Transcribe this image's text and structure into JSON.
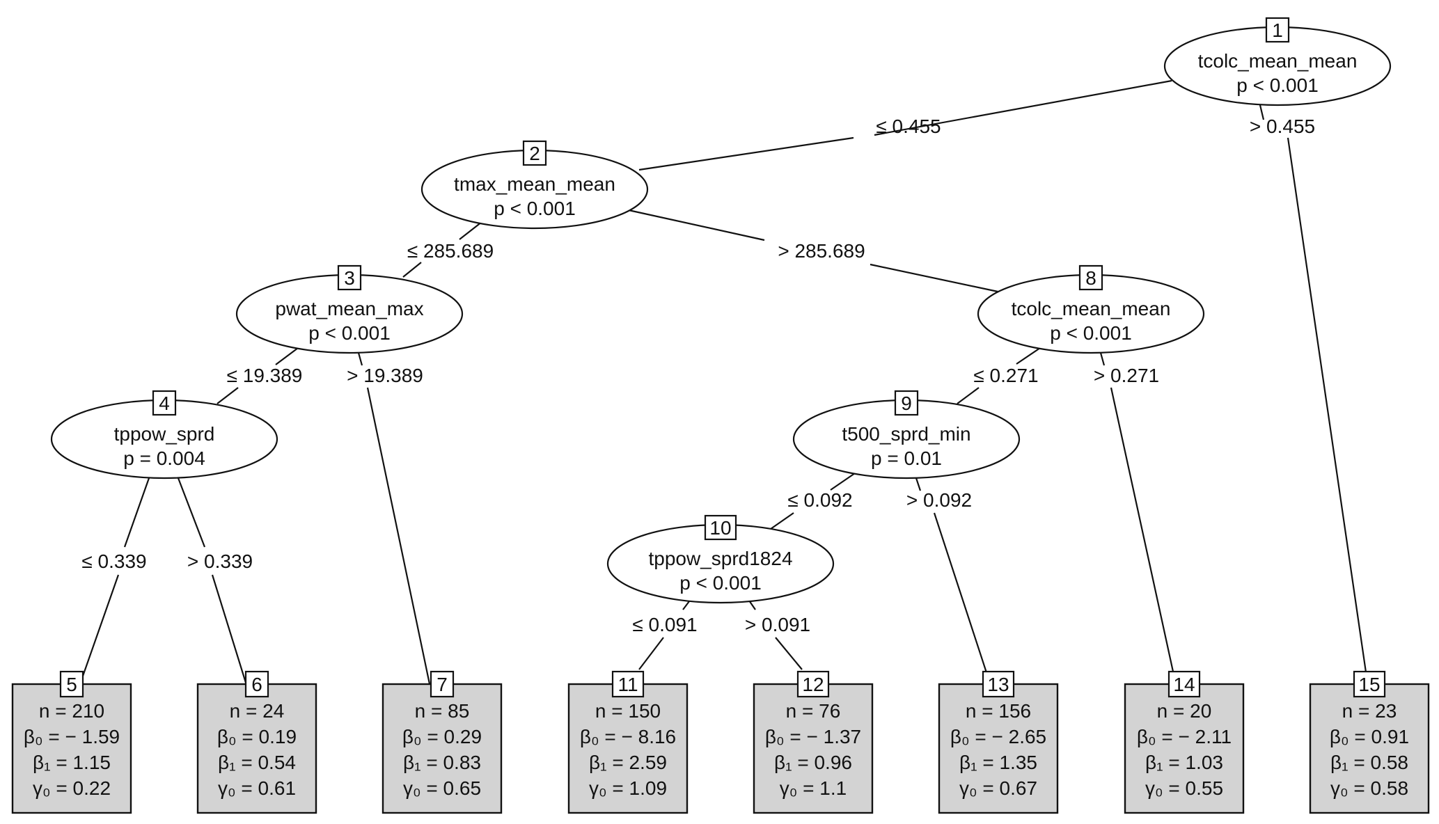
{
  "colors": {
    "line": "#111111",
    "leaf_fill": "#d3d3d3",
    "inner_fill": "#ffffff",
    "background": "#ffffff"
  },
  "tree": {
    "inner_nodes": [
      {
        "id": "1",
        "variable": "tcolc_mean_mean",
        "p": "p < 0.001"
      },
      {
        "id": "2",
        "variable": "tmax_mean_mean",
        "p": "p < 0.001"
      },
      {
        "id": "3",
        "variable": "pwat_mean_max",
        "p": "p < 0.001"
      },
      {
        "id": "4",
        "variable": "tppow_sprd",
        "p": "p = 0.004"
      },
      {
        "id": "8",
        "variable": "tcolc_mean_mean",
        "p": "p < 0.001"
      },
      {
        "id": "9",
        "variable": "t500_sprd_min",
        "p": "p = 0.01"
      },
      {
        "id": "10",
        "variable": "tppow_sprd1824",
        "p": "p < 0.001"
      }
    ],
    "leaf_nodes": [
      {
        "id": "5",
        "n": "n = 210",
        "beta0": "β₀ = − 1.59",
        "beta1": "β₁ = 1.15",
        "gamma0": "γ₀ = 0.22"
      },
      {
        "id": "6",
        "n": "n = 24",
        "beta0": "β₀ = 0.19",
        "beta1": "β₁ = 0.54",
        "gamma0": "γ₀ = 0.61"
      },
      {
        "id": "7",
        "n": "n = 85",
        "beta0": "β₀ = 0.29",
        "beta1": "β₁ = 0.83",
        "gamma0": "γ₀ = 0.65"
      },
      {
        "id": "11",
        "n": "n = 150",
        "beta0": "β₀ = − 8.16",
        "beta1": "β₁ = 2.59",
        "gamma0": "γ₀ = 1.09"
      },
      {
        "id": "12",
        "n": "n = 76",
        "beta0": "β₀ = − 1.37",
        "beta1": "β₁ = 0.96",
        "gamma0": "γ₀ = 1.1"
      },
      {
        "id": "13",
        "n": "n = 156",
        "beta0": "β₀ = − 2.65",
        "beta1": "β₁ = 1.35",
        "gamma0": "γ₀ = 0.67"
      },
      {
        "id": "14",
        "n": "n = 20",
        "beta0": "β₀ = − 2.11",
        "beta1": "β₁ = 1.03",
        "gamma0": "γ₀ = 0.55"
      },
      {
        "id": "15",
        "n": "n = 23",
        "beta0": "β₀ = 0.91",
        "beta1": "β₁ = 0.58",
        "gamma0": "γ₀ = 0.58"
      }
    ],
    "edges": [
      {
        "from": "1",
        "to": "2",
        "label": "≤ 0.455"
      },
      {
        "from": "1",
        "to": "15",
        "label": "> 0.455"
      },
      {
        "from": "2",
        "to": "3",
        "label": "≤ 285.689"
      },
      {
        "from": "2",
        "to": "8",
        "label": "> 285.689"
      },
      {
        "from": "3",
        "to": "4",
        "label": "≤ 19.389"
      },
      {
        "from": "3",
        "to": "7",
        "label": "> 19.389"
      },
      {
        "from": "4",
        "to": "5",
        "label": "≤ 0.339"
      },
      {
        "from": "4",
        "to": "6",
        "label": "> 0.339"
      },
      {
        "from": "8",
        "to": "9",
        "label": "≤ 0.271"
      },
      {
        "from": "8",
        "to": "14",
        "label": "> 0.271"
      },
      {
        "from": "9",
        "to": "10",
        "label": "≤ 0.092"
      },
      {
        "from": "9",
        "to": "13",
        "label": "> 0.092"
      },
      {
        "from": "10",
        "to": "11",
        "label": "≤ 0.091"
      },
      {
        "from": "10",
        "to": "12",
        "label": "> 0.091"
      }
    ]
  }
}
